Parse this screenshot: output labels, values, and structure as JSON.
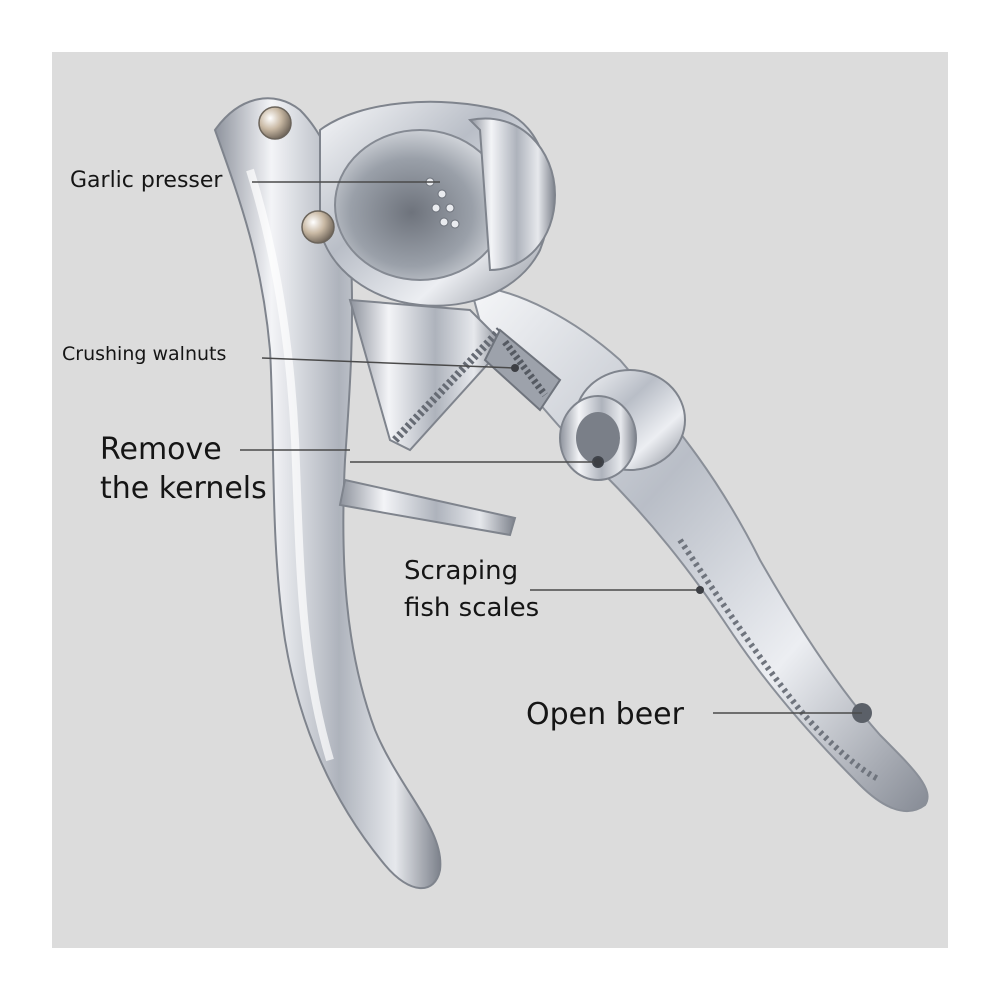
{
  "image": {
    "background_color": "#dcdcdc",
    "metal_color": "#c9cdd5",
    "subject": "zinc-alloy-garlic-press-multitool"
  },
  "callouts": {
    "garlic_presser": "Garlic presser",
    "crushing_walnuts": "Crushing walnuts",
    "remove_line1": "Remove",
    "remove_line2": "the kernels",
    "scraping_line1": "Scraping",
    "scraping_line2": "fish scales",
    "open_beer": "Open beer"
  }
}
